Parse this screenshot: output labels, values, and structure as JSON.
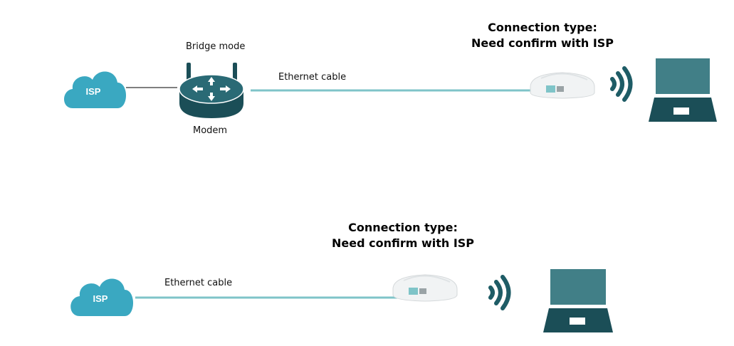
{
  "top": {
    "isp_label": "ISP",
    "bridge_mode_label": "Bridge mode",
    "modem_label": "Modem",
    "cable_label": "Ethernet cable",
    "connection_title": "Connection type:",
    "connection_note": "Need confirm with ISP"
  },
  "bottom": {
    "isp_label": "ISP",
    "cable_label": "Ethernet cable",
    "connection_title": "Connection type:",
    "connection_note": "Need confirm with ISP"
  },
  "colors": {
    "cloud": "#3aa8c1",
    "device_dark": "#1b4e57",
    "laptop_screen": "#417f87",
    "cable": "#7fc4c8",
    "wifi": "#1e5c66"
  },
  "icons": [
    "cloud-icon",
    "modem-router-icon",
    "mesh-unit-icon",
    "wifi-signal-icon",
    "laptop-icon"
  ]
}
